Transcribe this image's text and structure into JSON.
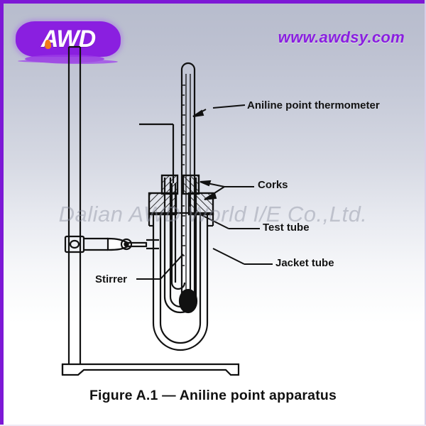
{
  "branding": {
    "logo_text": "AWD",
    "logo_tagline": "",
    "logo_icon": "flame-icon",
    "logo_color": "#8a1fe0",
    "flame_color": "#f07a1a",
    "url": "www.awdsy.com",
    "url_color": "#8a1fe0",
    "watermark": "Dalian AWD World I/E Co.,Ltd.",
    "frame_color": "#7d18d6"
  },
  "figure": {
    "caption": "Figure A.1 — Aniline point apparatus",
    "labels": [
      {
        "key": "thermometer",
        "text": "Aniline point thermometer"
      },
      {
        "key": "corks",
        "text": "Corks"
      },
      {
        "key": "test_tube",
        "text": "Test tube"
      },
      {
        "key": "jacket_tube",
        "text": "Jacket tube"
      },
      {
        "key": "stirrer",
        "text": "Stirrer"
      }
    ],
    "line_color": "#111111",
    "parts": [
      "retort-stand-rod",
      "retort-stand-base",
      "boss-head-clamp",
      "clamp-arm",
      "upper-cork",
      "lower-cork",
      "jacket-tube",
      "test-tube",
      "thermometer",
      "thermometer-bulb",
      "stirrer-rod",
      "stirrer-handle"
    ]
  }
}
